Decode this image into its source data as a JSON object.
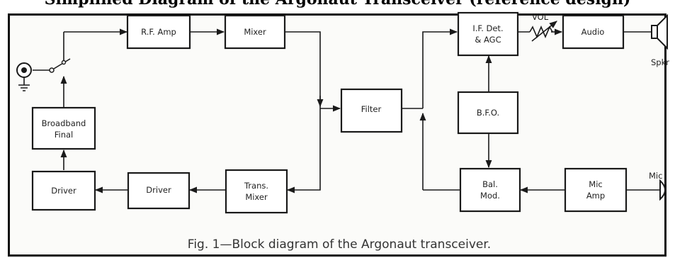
{
  "heading": "Simplified Diagram of the Argonaut Transceiver (reference design)",
  "caption": "Fig. 1—Block diagram of the Argonaut transceiver.",
  "blocks": {
    "rf_amp": "R.F. Amp",
    "mixer": "Mixer",
    "filter": "Filter",
    "if_det": [
      "I.F. Det.",
      "& AGC"
    ],
    "audio": "Audio",
    "bfo": "B.F.O.",
    "bal_mod": [
      "Bal.",
      "Mod."
    ],
    "mic_amp": [
      "Mic",
      "Amp"
    ],
    "trans_mixer": [
      "Trans.",
      "Mixer"
    ],
    "driver_2": "Driver",
    "driver_1": "Driver",
    "broadband_final": [
      "Broadband",
      "Final"
    ]
  },
  "labels": {
    "vol": "VOL",
    "spkr": "Spkr",
    "mic": "Mic"
  }
}
